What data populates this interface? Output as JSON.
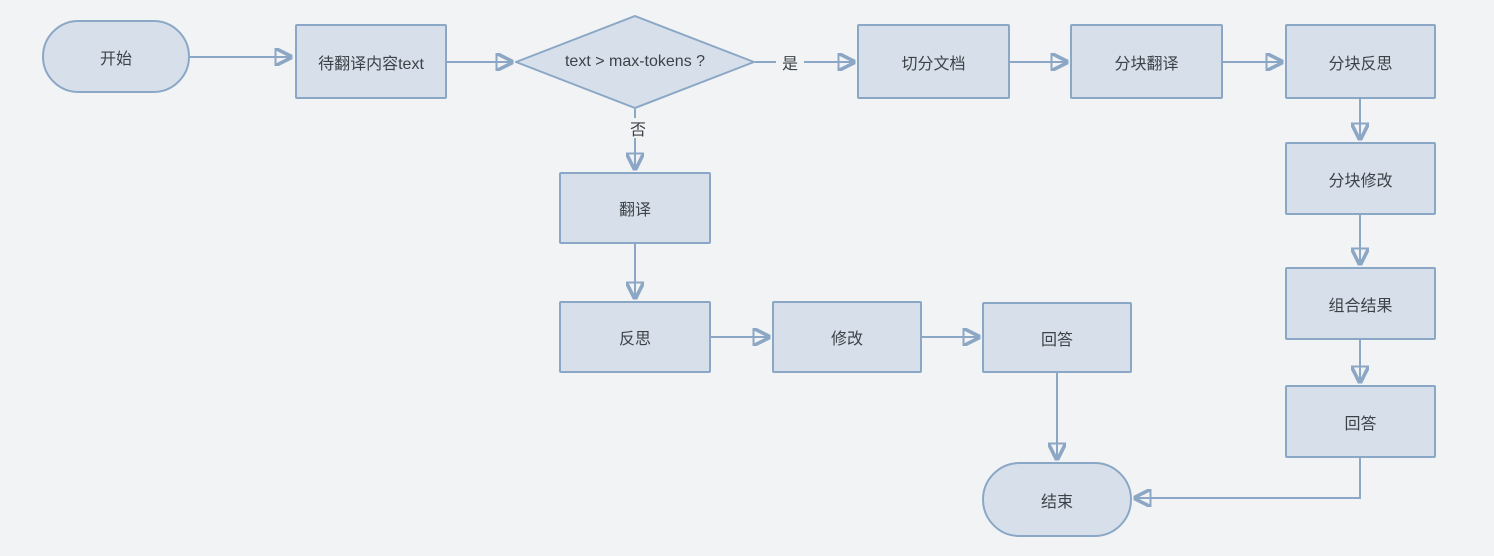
{
  "diagram": {
    "type": "flowchart",
    "colors": {
      "background": "#f2f3f5",
      "node_fill": "#d7e0ea",
      "node_border": "#8ba7c6",
      "connector": "#8ca7c5",
      "text": "#3d4248"
    },
    "nodes": {
      "start": {
        "label": "开始",
        "shape": "stadium"
      },
      "input_text": {
        "label": "待翻译内容text",
        "shape": "rect"
      },
      "decision": {
        "label": "text > max-tokens ?",
        "shape": "diamond"
      },
      "split_doc": {
        "label": "切分文档",
        "shape": "rect"
      },
      "chunk_translate": {
        "label": "分块翻译",
        "shape": "rect"
      },
      "chunk_reflect": {
        "label": "分块反思",
        "shape": "rect"
      },
      "chunk_revise": {
        "label": "分块修改",
        "shape": "rect"
      },
      "combine_results": {
        "label": "组合结果",
        "shape": "rect"
      },
      "answer_chunked": {
        "label": "回答",
        "shape": "rect"
      },
      "translate": {
        "label": "翻译",
        "shape": "rect"
      },
      "reflect": {
        "label": "反思",
        "shape": "rect"
      },
      "revise": {
        "label": "修改",
        "shape": "rect"
      },
      "answer_direct": {
        "label": "回答",
        "shape": "rect"
      },
      "end": {
        "label": "结束",
        "shape": "stadium"
      }
    },
    "edge_labels": {
      "yes": "是",
      "no": "否"
    },
    "edges": [
      {
        "from": "start",
        "to": "input_text"
      },
      {
        "from": "input_text",
        "to": "decision"
      },
      {
        "from": "decision",
        "to": "split_doc",
        "label": "是"
      },
      {
        "from": "split_doc",
        "to": "chunk_translate"
      },
      {
        "from": "chunk_translate",
        "to": "chunk_reflect"
      },
      {
        "from": "chunk_reflect",
        "to": "chunk_revise"
      },
      {
        "from": "chunk_revise",
        "to": "combine_results"
      },
      {
        "from": "combine_results",
        "to": "answer_chunked"
      },
      {
        "from": "answer_chunked",
        "to": "end"
      },
      {
        "from": "decision",
        "to": "translate",
        "label": "否"
      },
      {
        "from": "translate",
        "to": "reflect"
      },
      {
        "from": "reflect",
        "to": "revise"
      },
      {
        "from": "revise",
        "to": "answer_direct"
      },
      {
        "from": "answer_direct",
        "to": "end"
      }
    ]
  }
}
